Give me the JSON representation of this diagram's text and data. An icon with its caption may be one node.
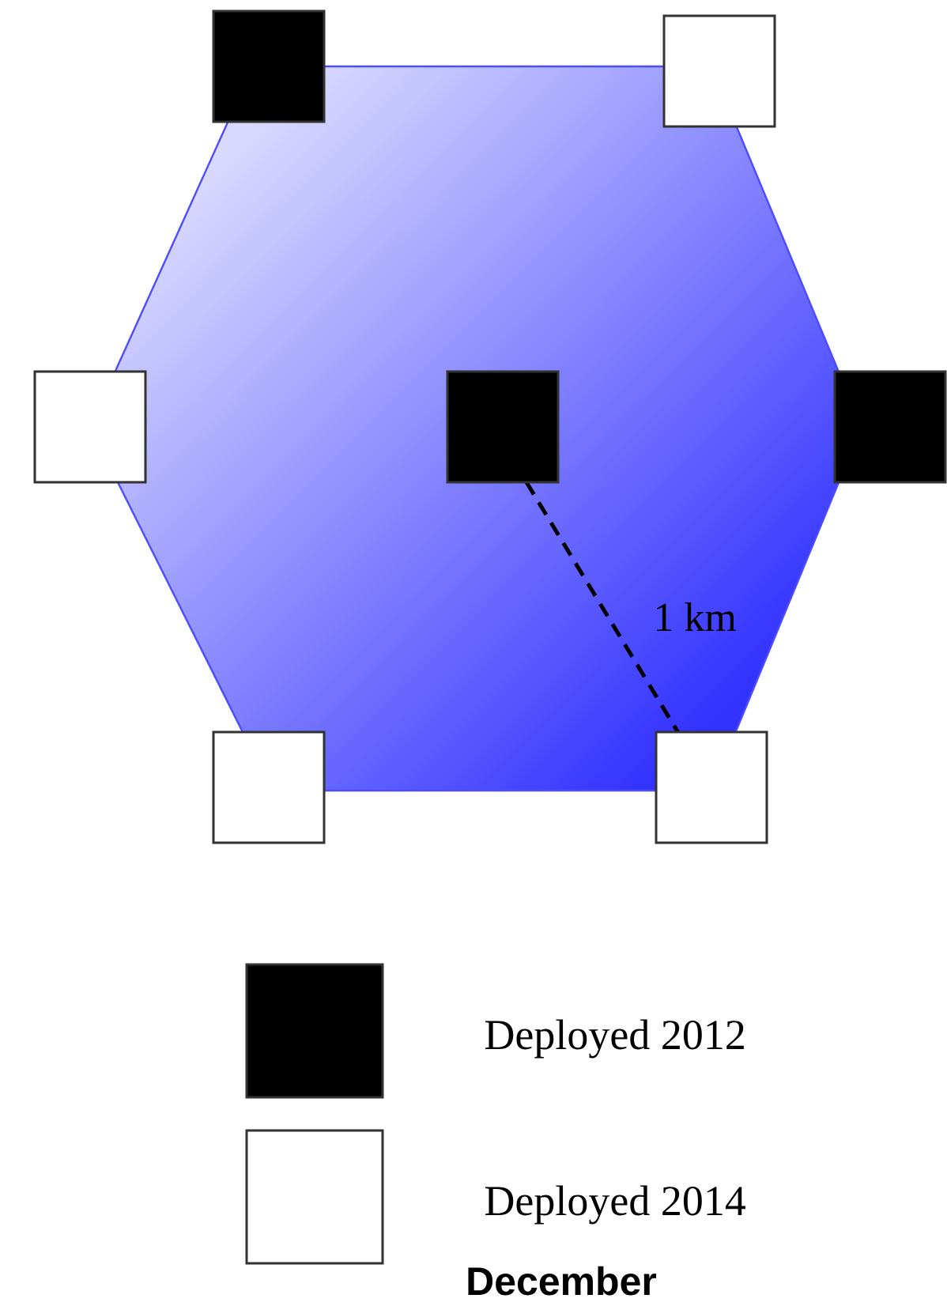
{
  "diagram": {
    "nodes": [
      {
        "text": [],
        "shape": "box"
      },
      {
        "text": [],
        "shape": "box"
      },
      {
        "text": [],
        "shape": "box"
      },
      {
        "text": [],
        "shape": "box"
      },
      {
        "text": [],
        "shape": "box"
      },
      {
        "text": [],
        "shape": "box"
      },
      {
        "text": [],
        "shape": "box"
      }
    ],
    "labels": [
      "1 km",
      "December"
    ],
    "legend": [
      {
        "text": "Deployed 2012",
        "color": "#000000"
      },
      {
        "text": "Deployed 2014"
      }
    ]
  }
}
